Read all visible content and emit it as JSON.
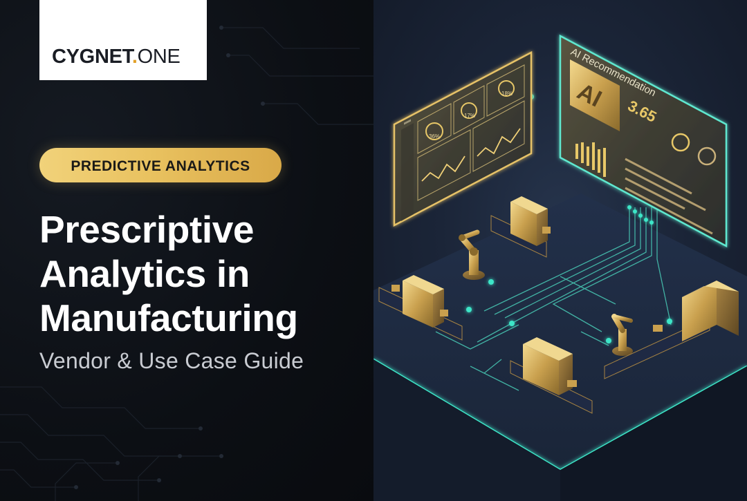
{
  "brand": {
    "logo_main": "CYGNET",
    "logo_dot": ".",
    "logo_suffix": "ONE"
  },
  "badge": {
    "label": "PREDICTIVE ANALYTICS"
  },
  "headline": {
    "line1": "Prescriptive",
    "line2": "Analytics in",
    "line3": "Manufacturing"
  },
  "subtitle": "Vendor & Use Case Guide",
  "illustration": {
    "right_panel_heading": "AI Recommendation",
    "right_panel_ai_mark": "AI",
    "right_panel_value": "3.65",
    "left_panel_readouts": [
      "36%",
      "17%",
      "18%"
    ]
  },
  "colors": {
    "gold": "#e9c260",
    "teal_glow": "#3ee6c8",
    "navy": "#1b2538",
    "dark_bg": "#0c0f14"
  }
}
